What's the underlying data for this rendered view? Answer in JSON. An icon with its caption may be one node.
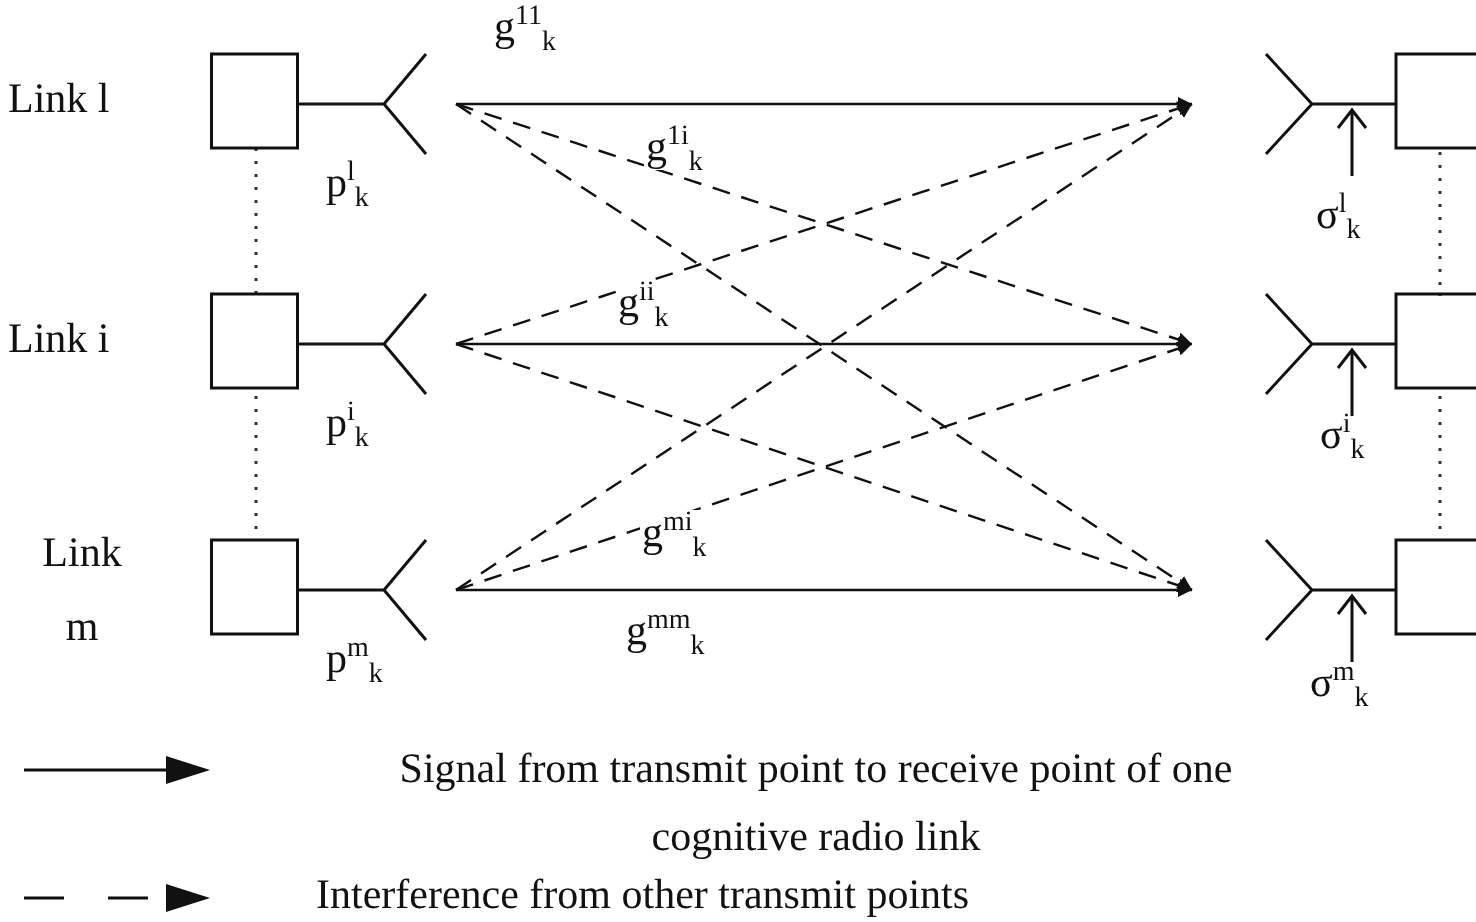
{
  "diagram": {
    "nodes": [
      {
        "text": [],
        "shape": "antenna",
        "beside": [
          "Link l",
          "p$^{l}$$_{k}$"
        ]
      },
      {
        "text": [],
        "shape": "antenna",
        "beside": [
          "Link i",
          "p$^{i}$$_{k}$"
        ]
      },
      {
        "text": [],
        "shape": "antenna",
        "beside": [
          "Link m",
          "p$^{m}$$_{k}$"
        ]
      },
      {
        "text": [],
        "shape": "antenna",
        "beside": [
          "σ$^{l}$$_{k}$"
        ]
      },
      {
        "text": [],
        "shape": "antenna",
        "beside": [
          "σ$^{i}$$_{k}$"
        ]
      },
      {
        "text": [],
        "shape": "antenna",
        "beside": [
          "σ$^{m}$$_{k}$"
        ]
      }
    ],
    "edges": [
      {
        "from": 0,
        "to": 3,
        "arrow": "to",
        "label": "g$^{11}$$_{k}$"
      },
      {
        "from": 0,
        "to": 4,
        "arrow": "to",
        "style": "dashed",
        "label": "g$^{1i}$$_{k}$"
      },
      {
        "from": 0,
        "to": 5,
        "arrow": "to",
        "style": "dashed"
      },
      {
        "from": 1,
        "to": 3,
        "arrow": "to",
        "style": "dashed"
      },
      {
        "from": 1,
        "to": 4,
        "arrow": "to",
        "label": "g$^{ii}$$_{k}$"
      },
      {
        "from": 1,
        "to": 5,
        "arrow": "to",
        "style": "dashed"
      },
      {
        "from": 2,
        "to": 3,
        "arrow": "to",
        "style": "dashed"
      },
      {
        "from": 2,
        "to": 4,
        "arrow": "to",
        "style": "dashed",
        "label": "g$^{mi}$$_{k}$"
      },
      {
        "from": 2,
        "to": 5,
        "arrow": "to",
        "label": "g$^{mm}$$_{k}$"
      }
    ],
    "legend": [
      {
        "text": "Signal from transmit point to receive point of one cognitive radio link"
      },
      {
        "text": "Interference from other transmit points"
      }
    ]
  }
}
